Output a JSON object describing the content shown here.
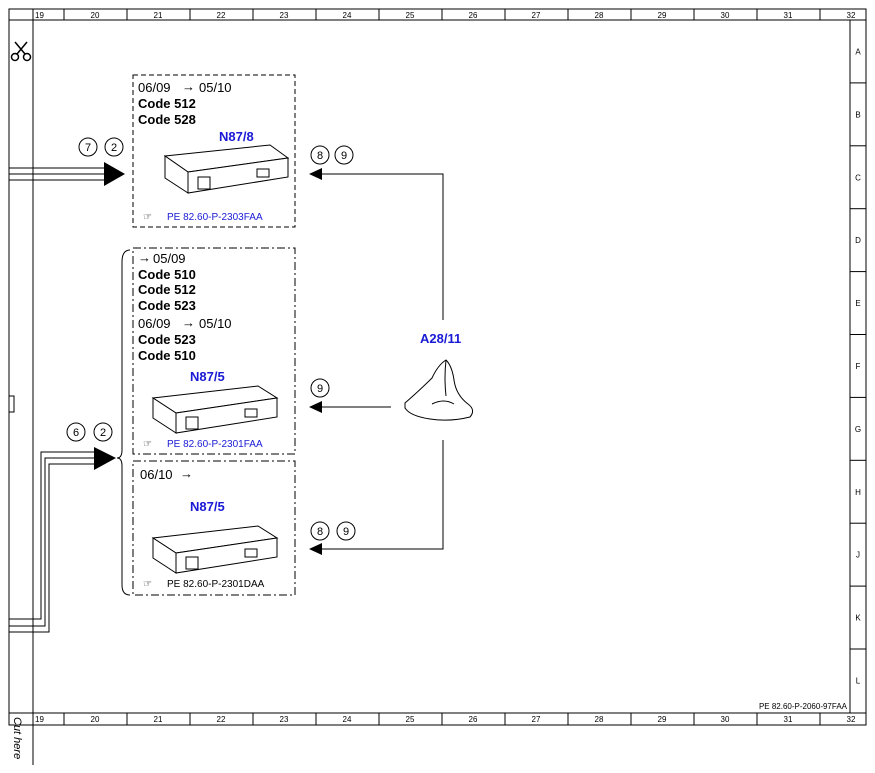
{
  "grid": {
    "columns": [
      "19",
      "20",
      "21",
      "22",
      "23",
      "24",
      "25",
      "26",
      "27",
      "28",
      "29",
      "30",
      "31",
      "32"
    ],
    "rows": [
      "A",
      "B",
      "C",
      "D",
      "E",
      "F",
      "G",
      "H",
      "J",
      "K",
      "L"
    ]
  },
  "cut_label": "Cut here",
  "footer_ref": "PE 82.60-P-2060-97FAA",
  "antenna": {
    "label": "A28/11"
  },
  "module_top": {
    "date_from": "06/09",
    "date_to": "05/10",
    "codes": [
      "Code 512",
      "Code 528"
    ],
    "label": "N87/8",
    "ref": "PE 82.60-P-2303FAA",
    "callouts": [
      "8",
      "9"
    ]
  },
  "module_mid": {
    "date_to_1": "05/09",
    "codes_1": [
      "Code 510",
      "Code 512",
      "Code 523"
    ],
    "date_from_2": "06/09",
    "date_to_2": "05/10",
    "codes_2": [
      "Code 523",
      "Code 510"
    ],
    "label": "N87/5",
    "ref": "PE 82.60-P-2301FAA",
    "callouts": [
      "9"
    ]
  },
  "module_bot": {
    "date_from": "06/10",
    "label": "N87/5",
    "ref": "PE 82.60-P-2301DAA",
    "callouts": [
      "8",
      "9"
    ]
  },
  "left_callouts_top": [
    "7",
    "2"
  ],
  "left_callouts_bottom": [
    "6",
    "2"
  ],
  "colors": {
    "link_blue": "#1a1ad6",
    "line": "#000000"
  }
}
